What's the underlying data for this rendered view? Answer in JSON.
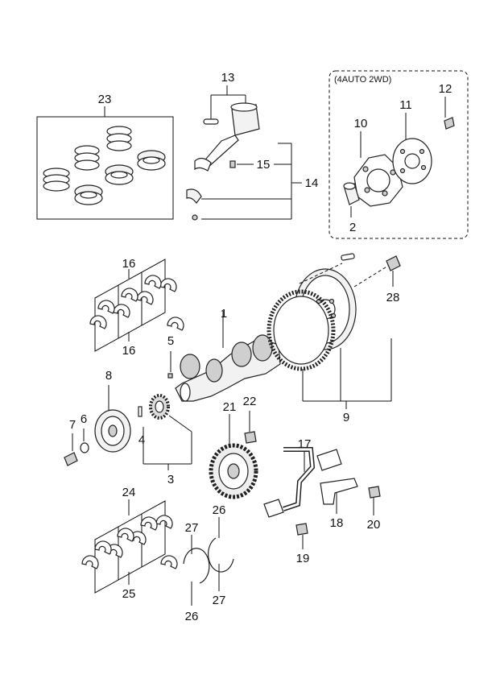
{
  "variant_label": "(4AUTO 2WD)",
  "callouts": [
    {
      "id": "c1",
      "text": "1"
    },
    {
      "id": "c2",
      "text": "2"
    },
    {
      "id": "c3",
      "text": "3"
    },
    {
      "id": "c4",
      "text": "4"
    },
    {
      "id": "c5",
      "text": "5"
    },
    {
      "id": "c6",
      "text": "6"
    },
    {
      "id": "c7",
      "text": "7"
    },
    {
      "id": "c8",
      "text": "8"
    },
    {
      "id": "c9",
      "text": "9"
    },
    {
      "id": "c10",
      "text": "10"
    },
    {
      "id": "c11",
      "text": "11"
    },
    {
      "id": "c12",
      "text": "12"
    },
    {
      "id": "c13",
      "text": "13"
    },
    {
      "id": "c14",
      "text": "14"
    },
    {
      "id": "c15",
      "text": "15"
    },
    {
      "id": "c16a",
      "text": "16"
    },
    {
      "id": "c16b",
      "text": "16"
    },
    {
      "id": "c17",
      "text": "17"
    },
    {
      "id": "c18",
      "text": "18"
    },
    {
      "id": "c19",
      "text": "19"
    },
    {
      "id": "c20",
      "text": "20"
    },
    {
      "id": "c21",
      "text": "21"
    },
    {
      "id": "c22",
      "text": "22"
    },
    {
      "id": "c23",
      "text": "23"
    },
    {
      "id": "c24",
      "text": "24"
    },
    {
      "id": "c25",
      "text": "25"
    },
    {
      "id": "c26a",
      "text": "26"
    },
    {
      "id": "c26b",
      "text": "26"
    },
    {
      "id": "c27a",
      "text": "27"
    },
    {
      "id": "c27b",
      "text": "27"
    },
    {
      "id": "c28",
      "text": "28"
    }
  ]
}
